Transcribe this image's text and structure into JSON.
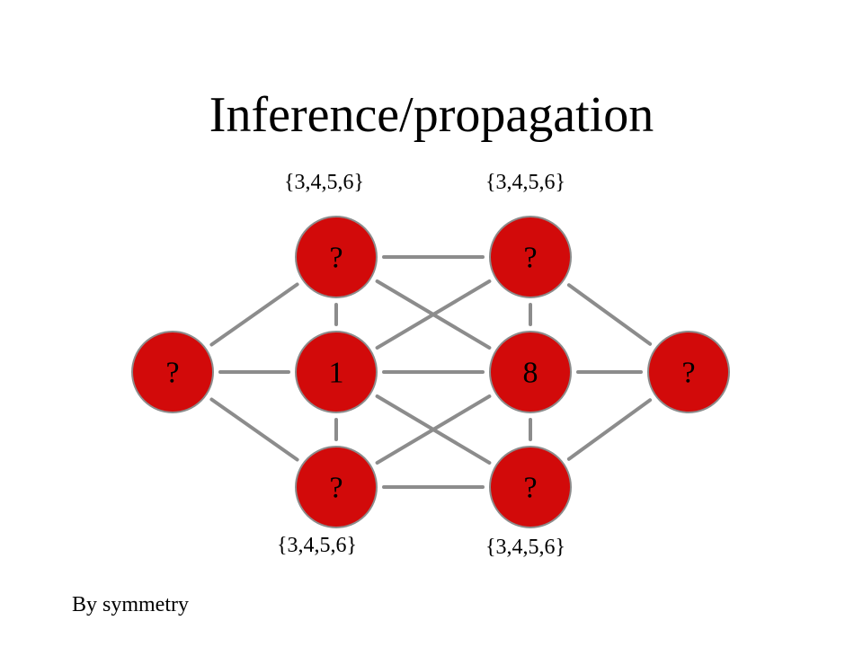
{
  "title": "Inference/propagation",
  "node_fill": "#d20a0a",
  "edge_color": "#8c8c8c",
  "nodes": [
    {
      "id": "left",
      "label": "?"
    },
    {
      "id": "a-top",
      "label": "?"
    },
    {
      "id": "a-mid",
      "label": "1"
    },
    {
      "id": "a-bot",
      "label": "?"
    },
    {
      "id": "b-top",
      "label": "?"
    },
    {
      "id": "b-mid",
      "label": "8"
    },
    {
      "id": "b-bot",
      "label": "?"
    },
    {
      "id": "right",
      "label": "?"
    }
  ],
  "edges": [
    [
      "left",
      "a-top"
    ],
    [
      "left",
      "a-mid"
    ],
    [
      "left",
      "a-bot"
    ],
    [
      "a-top",
      "a-mid"
    ],
    [
      "a-mid",
      "a-bot"
    ],
    [
      "a-top",
      "b-top"
    ],
    [
      "a-top",
      "b-mid"
    ],
    [
      "a-mid",
      "b-top"
    ],
    [
      "a-mid",
      "b-mid"
    ],
    [
      "a-mid",
      "b-bot"
    ],
    [
      "a-bot",
      "b-mid"
    ],
    [
      "a-bot",
      "b-bot"
    ],
    [
      "b-top",
      "b-mid"
    ],
    [
      "b-mid",
      "b-bot"
    ],
    [
      "b-top",
      "right"
    ],
    [
      "b-mid",
      "right"
    ],
    [
      "b-bot",
      "right"
    ]
  ],
  "domain_labels": {
    "a_top": "{3,4,5,6}",
    "b_top": "{3,4,5,6}",
    "a_bot": "{3,4,5,6}",
    "b_bot": "{3,4,5,6}"
  },
  "footer": "By symmetry"
}
